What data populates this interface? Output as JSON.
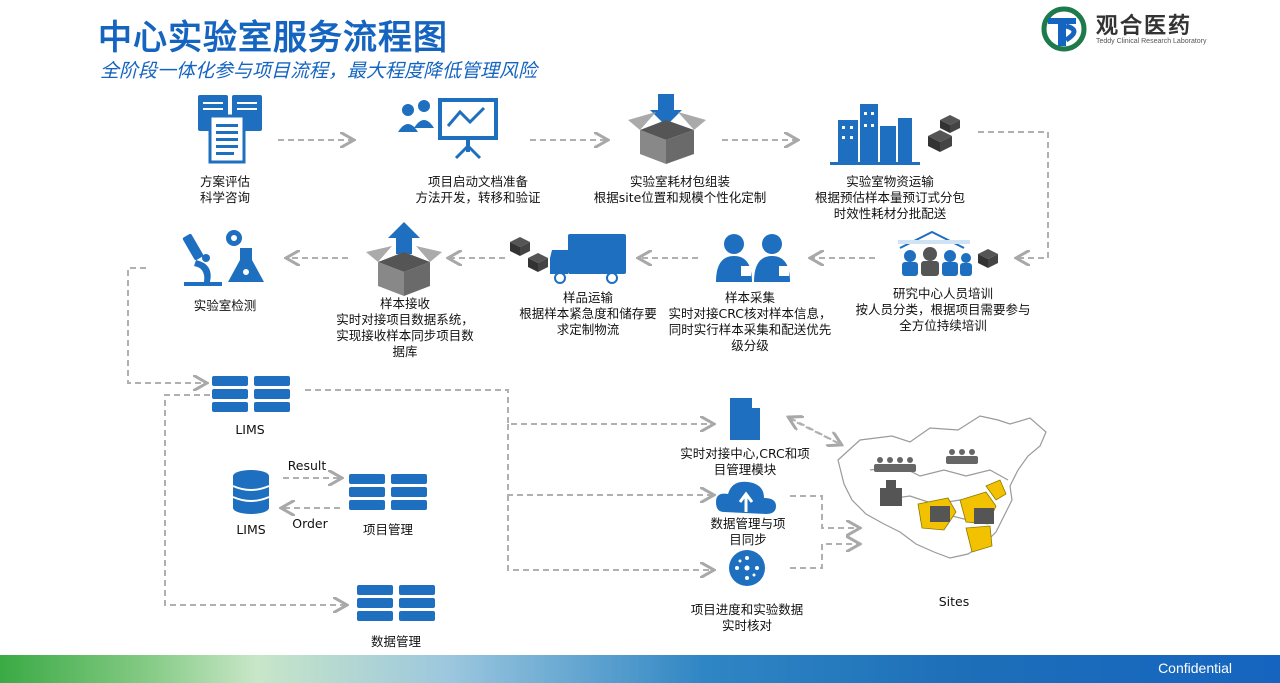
{
  "header": {
    "title": "中心实验室服务流程图",
    "subtitle": "全阶段一体化参与项目流程，最大程度降低管理风险"
  },
  "logo": {
    "name": "观合医药",
    "sub": "Teddy Clinical Research Laboratory"
  },
  "steps": {
    "s1": {
      "line1": "方案评估",
      "line2": "科学咨询"
    },
    "s2": {
      "line1": "项目启动文档准备",
      "line2": "方法开发，转移和验证"
    },
    "s3": {
      "line1": "实验室耗材包组装",
      "line2": "根据site位置和规模个性化定制"
    },
    "s4": {
      "line1": "实验室物资运输",
      "line2": "根据预估样本量预订式分包",
      "line3": "时效性耗材分批配送"
    },
    "s5": {
      "line1": "研究中心人员培训",
      "line2": "按人员分类，根据项目需要参与",
      "line3": "全方位持续培训"
    },
    "s6": {
      "line1": "样本采集",
      "line2": "实时对接CRC核对样本信息，",
      "line3": "同时实行样本采集和配送优先",
      "line4": "级分级"
    },
    "s7": {
      "line1": "样品运输",
      "line2": "根据样本紧急度和储存要",
      "line3": "求定制物流"
    },
    "s8": {
      "line1": "样本接收",
      "line2": "实时对接项目数据系统，",
      "line3": "实现接收样本同步项目数",
      "line4": "据库"
    },
    "s9": {
      "line1": "实验室检测"
    }
  },
  "bottom": {
    "lims_top": "LIMS",
    "lims_left": "LIMS",
    "result": "Result",
    "order": "Order",
    "project_mgmt": "项目管理",
    "data_mgmt": "数据管理",
    "module1_line1": "实时对接中心,CRC和项",
    "module1_line2": "目管理模块",
    "module2_line1": "数据管理与项",
    "module2_line2": "目同步",
    "module3_line1": "项目进度和实验数据",
    "module3_line2": "实时核对",
    "sites": "Sites"
  },
  "footer": {
    "confidential": "Confidential"
  },
  "colors": {
    "brand_blue": "#1565c0",
    "icon_blue": "#1e6fc0",
    "dashed_gray": "#b0b0b0",
    "map_yellow": "#f2c200"
  }
}
